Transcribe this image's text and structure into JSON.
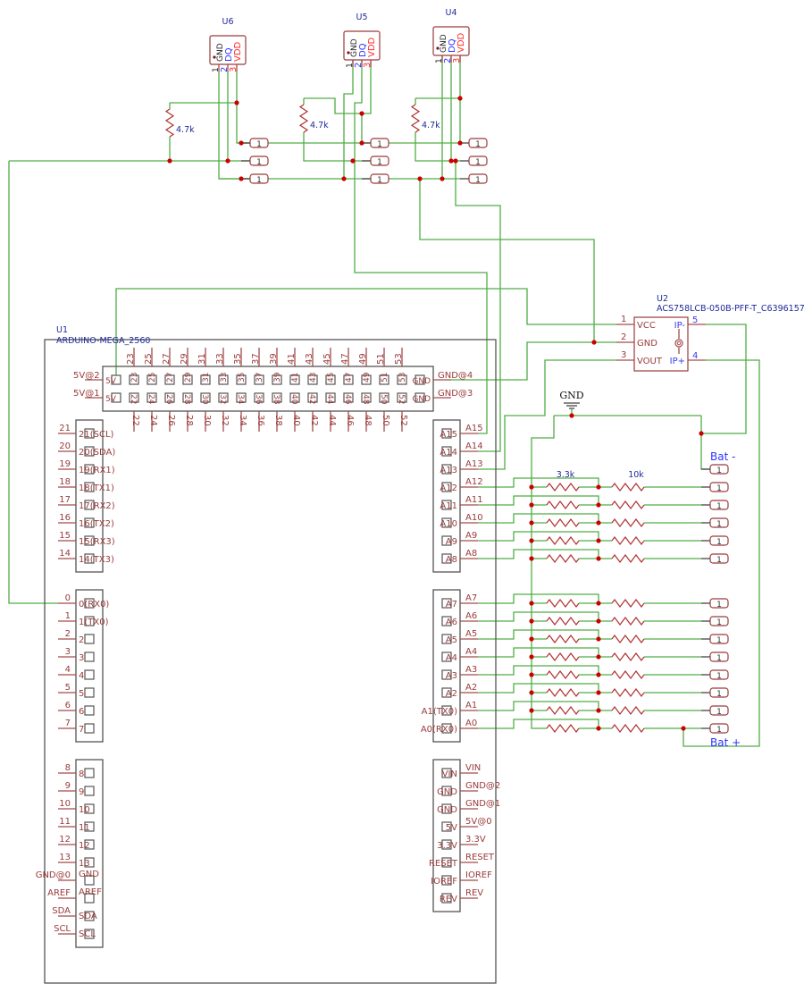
{
  "sensors": [
    {
      "ref": "U6",
      "pins": [
        "GND",
        "DQ",
        "VDD"
      ],
      "pin_numbers": [
        "1",
        "2",
        "3"
      ]
    },
    {
      "ref": "U5",
      "pins": [
        "GND",
        "DQ",
        "VDD"
      ],
      "pin_numbers": [
        "1",
        "2",
        "3"
      ]
    },
    {
      "ref": "U4",
      "pins": [
        "GND",
        "DQ",
        "VDD"
      ],
      "pin_numbers": [
        "1",
        "2",
        "3"
      ]
    }
  ],
  "pullup_value": "4.7k",
  "connector_pin": "1",
  "u1": {
    "ref": "U1",
    "value": "ARDUINO-MEGA_2560",
    "top_header": {
      "left_outer": [
        "5V@2",
        "5V@1"
      ],
      "left_inner": "5V",
      "right_outer": [
        "GND@4",
        "GND@3"
      ],
      "right_inner": "GND",
      "odd": [
        "23",
        "25",
        "27",
        "29",
        "31",
        "33",
        "35",
        "37",
        "39",
        "41",
        "43",
        "45",
        "47",
        "49",
        "51",
        "53"
      ],
      "even": [
        "22",
        "24",
        "26",
        "28",
        "30",
        "32",
        "34",
        "36",
        "38",
        "40",
        "42",
        "44",
        "46",
        "48",
        "50",
        "52"
      ]
    },
    "left_header_1": [
      {
        "num": "21",
        "name": "21(SCL)"
      },
      {
        "num": "20",
        "name": "20(SDA)"
      },
      {
        "num": "19",
        "name": "19(RX1)"
      },
      {
        "num": "18",
        "name": "18(TX1)"
      },
      {
        "num": "17",
        "name": "17(RX2)"
      },
      {
        "num": "16",
        "name": "16(TX2)"
      },
      {
        "num": "15",
        "name": "15(RX3)"
      },
      {
        "num": "14",
        "name": "14(TX3)"
      }
    ],
    "left_header_2": [
      {
        "num": "0",
        "name": "0(RX0)"
      },
      {
        "num": "1",
        "name": "1(TX0)"
      },
      {
        "num": "2",
        "name": "2"
      },
      {
        "num": "3",
        "name": "3"
      },
      {
        "num": "4",
        "name": "4"
      },
      {
        "num": "5",
        "name": "5"
      },
      {
        "num": "6",
        "name": "6"
      },
      {
        "num": "7",
        "name": "7"
      }
    ],
    "left_header_3": [
      {
        "num": "8",
        "name": "8"
      },
      {
        "num": "9",
        "name": "9"
      },
      {
        "num": "10",
        "name": "10"
      },
      {
        "num": "11",
        "name": "11"
      },
      {
        "num": "12",
        "name": "12"
      },
      {
        "num": "13",
        "name": "13"
      },
      {
        "num": "GND@0",
        "name": "GND"
      },
      {
        "num": "AREF",
        "name": "AREF"
      },
      {
        "num": "SDA",
        "name": "SDA"
      },
      {
        "num": "SCL",
        "name": "SCL"
      }
    ],
    "right_header_1": [
      {
        "num": "A15",
        "name": "A15"
      },
      {
        "num": "A14",
        "name": "A14"
      },
      {
        "num": "A13",
        "name": "A13"
      },
      {
        "num": "A12",
        "name": "A12"
      },
      {
        "num": "A11",
        "name": "A11"
      },
      {
        "num": "A10",
        "name": "A10"
      },
      {
        "num": "A9",
        "name": "A9"
      },
      {
        "num": "A8",
        "name": "A8"
      }
    ],
    "right_header_2": [
      {
        "num": "A7",
        "name": "A7"
      },
      {
        "num": "A6",
        "name": "A6"
      },
      {
        "num": "A5",
        "name": "A5"
      },
      {
        "num": "A4",
        "name": "A4"
      },
      {
        "num": "A3",
        "name": "A3"
      },
      {
        "num": "A2",
        "name": "A2"
      },
      {
        "num": "A1",
        "name": "A1(TX0)"
      },
      {
        "num": "A0",
        "name": "A0(RX0)"
      }
    ],
    "right_header_3": [
      {
        "num": "VIN",
        "name": "VIN"
      },
      {
        "num": "GND@2",
        "name": "GND"
      },
      {
        "num": "GND@1",
        "name": "GND"
      },
      {
        "num": "5V@0",
        "name": "5V"
      },
      {
        "num": "3.3V",
        "name": "3.3V"
      },
      {
        "num": "RESET",
        "name": "RESET"
      },
      {
        "num": "IOREF",
        "name": "IOREF"
      },
      {
        "num": "REV",
        "name": "REV"
      }
    ]
  },
  "u2": {
    "ref": "U2",
    "value": "ACS758LCB-050B-PFF-T_C6396157",
    "left_pins": [
      {
        "num": "1",
        "name": "VCC"
      },
      {
        "num": "2",
        "name": "GND"
      },
      {
        "num": "3",
        "name": "VOUT"
      }
    ],
    "right_pins": [
      {
        "num": "5",
        "name": "IP-"
      },
      {
        "num": "4",
        "name": "IP+"
      }
    ]
  },
  "gnd_symbol": "GND",
  "divider": {
    "r1": "3.3k",
    "r2": "10k"
  },
  "battery": {
    "neg": "Bat -",
    "pos": "Bat +"
  },
  "colors": {
    "wire": "#4fae45",
    "junction": "#cc0000",
    "pin": "#a54a4a",
    "body": "#555555",
    "ref_text": "#1f2a9a",
    "battery_label": "#2b33ff"
  }
}
